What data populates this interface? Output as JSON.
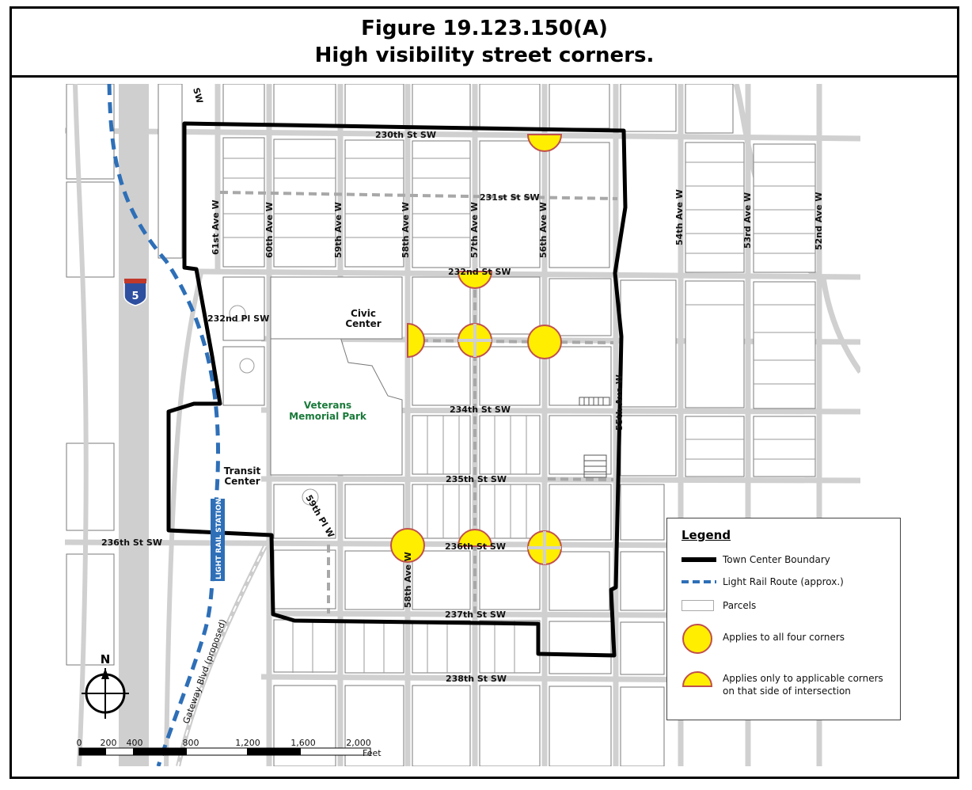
{
  "title": {
    "line1": "Figure 19.123.150(A)",
    "line2": "High visibility street corners."
  },
  "streets": {
    "st230": "230th St SW",
    "st231": "231st St SW",
    "st232": "232nd St SW",
    "pl232": "232nd Pl SW",
    "st234": "234th St SW",
    "st235": "235th St SW",
    "st236_west": "236th St SW",
    "st236": "236th St SW",
    "st237": "237th St SW",
    "st238": "238th St SW",
    "ave61": "61st Ave W",
    "ave60": "60th Ave W",
    "ave59": "59th Ave W",
    "ave58": "58th Ave W",
    "ave58_south": "58th Ave W",
    "ave57": "57th Ave W",
    "ave56": "56th Ave W",
    "ave55": "55th Ave W",
    "ave54": "54th Ave W",
    "ave53": "53rd Ave W",
    "ave52": "52nd Ave W",
    "pl59": "59th Pl W",
    "top_left_fragment": "SW",
    "gateway": "Gateway Blvd (proposed)",
    "light_rail_station": "LIGHT RAIL STATION"
  },
  "places": {
    "civic_1": "Civic",
    "civic_2": "Center",
    "park_1": "Veterans",
    "park_2": "Memorial Park",
    "transit_1": "Transit",
    "transit_2": "Center"
  },
  "interstate": {
    "number": "5"
  },
  "north_label": "N",
  "scale": {
    "ticks": [
      "0",
      "200",
      "400",
      "800",
      "1,200",
      "1,600",
      "2,000"
    ],
    "unit": "Feet"
  },
  "legend": {
    "title": "Legend",
    "items": [
      {
        "label": "Town Center Boundary",
        "symbol": "thick-black-line"
      },
      {
        "label": "Light Rail Route (approx.)",
        "symbol": "blue-dashed-line"
      },
      {
        "label": "Parcels",
        "symbol": "parcel-box"
      },
      {
        "label": "Applies to all four corners",
        "symbol": "yellow-circle"
      },
      {
        "label": "Applies only to applicable corners",
        "label2": "on that side of intersection",
        "symbol": "yellow-half-circle"
      }
    ]
  },
  "colors": {
    "boundary": "#000000",
    "light_rail": "#2e6fb7",
    "corner_fill": "#ffee00",
    "corner_stroke": "#c0504d",
    "street": "#d0d0d0",
    "parcel": "#7a7a7a",
    "park_text": "#1a7a3a"
  }
}
